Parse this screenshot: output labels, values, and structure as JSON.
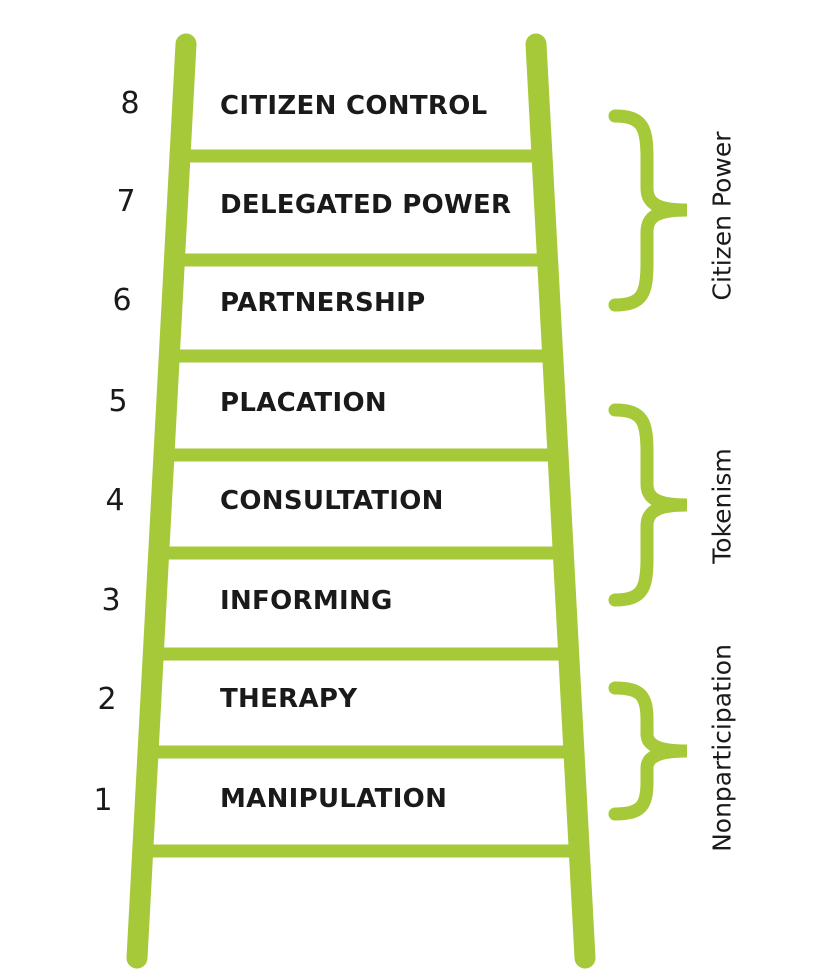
{
  "colors": {
    "ladder": "#a5c939",
    "text": "#1a1a1a"
  },
  "rungs": [
    {
      "number": "8",
      "label": "CITIZEN CONTROL"
    },
    {
      "number": "7",
      "label": "DELEGATED POWER"
    },
    {
      "number": "6",
      "label": "PARTNERSHIP"
    },
    {
      "number": "5",
      "label": "PLACATION"
    },
    {
      "number": "4",
      "label": "CONSULTATION"
    },
    {
      "number": "3",
      "label": "INFORMING"
    },
    {
      "number": "2",
      "label": "THERAPY"
    },
    {
      "number": "1",
      "label": "MANIPULATION"
    }
  ],
  "groups": [
    {
      "label": "Citizen Power"
    },
    {
      "label": "Tokenism"
    },
    {
      "label": "Nonparticipation"
    }
  ]
}
